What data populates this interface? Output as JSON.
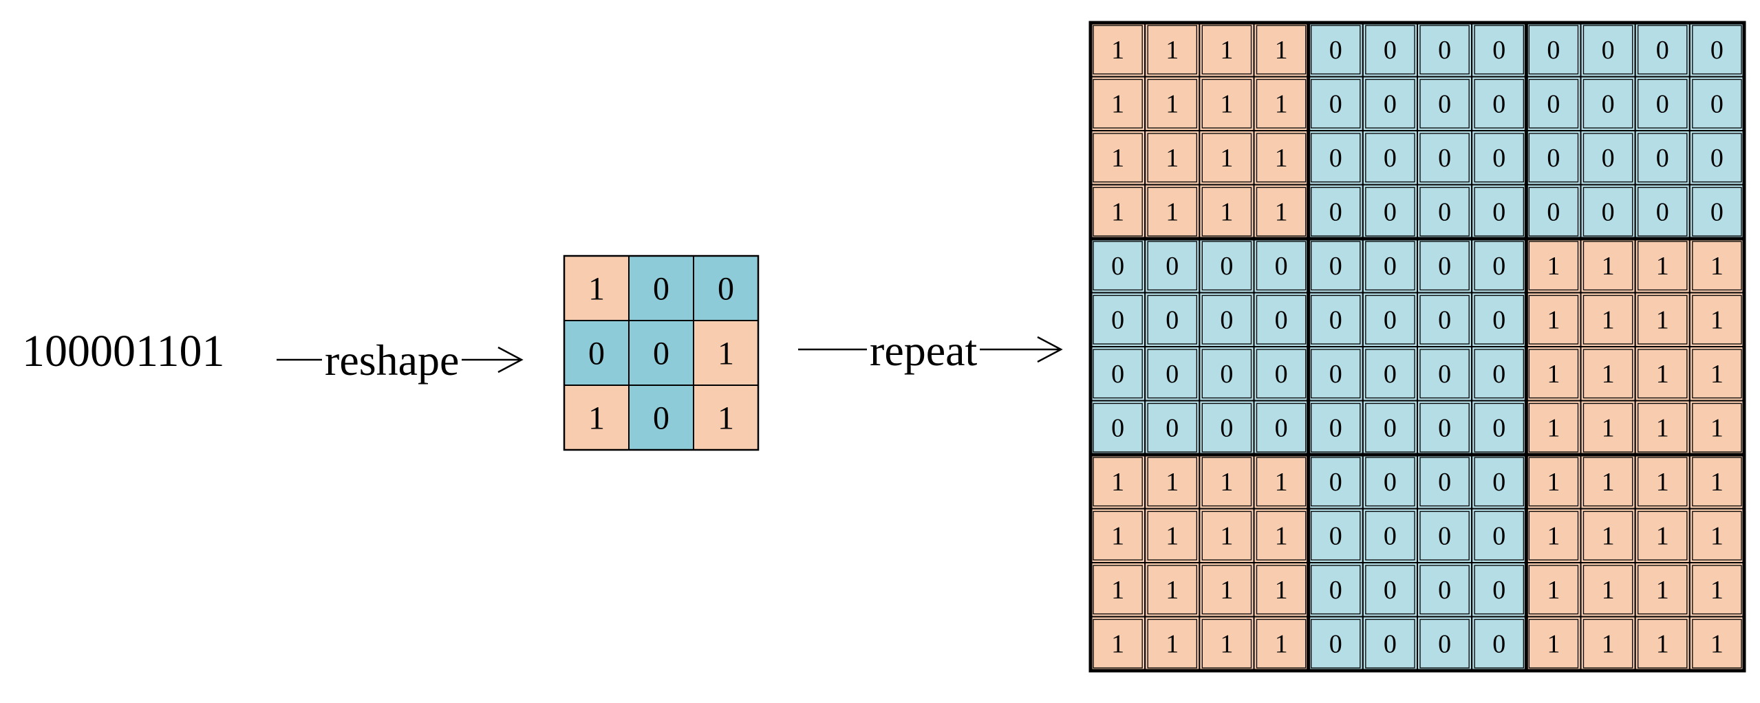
{
  "input_bits": "100001101",
  "labels": {
    "reshape": "reshape",
    "repeat": "repeat"
  },
  "colors": {
    "one": "#f8ccaf",
    "zero": "#8ecbd8",
    "zero_large": "#b4dde6",
    "line": "#000000"
  },
  "small_grid": [
    [
      "1",
      "0",
      "0"
    ],
    [
      "0",
      "0",
      "1"
    ],
    [
      "1",
      "0",
      "1"
    ]
  ],
  "repeat_factor": 4,
  "large_grid": [
    [
      "1",
      "1",
      "1",
      "1",
      "0",
      "0",
      "0",
      "0",
      "0",
      "0",
      "0",
      "0"
    ],
    [
      "1",
      "1",
      "1",
      "1",
      "0",
      "0",
      "0",
      "0",
      "0",
      "0",
      "0",
      "0"
    ],
    [
      "1",
      "1",
      "1",
      "1",
      "0",
      "0",
      "0",
      "0",
      "0",
      "0",
      "0",
      "0"
    ],
    [
      "1",
      "1",
      "1",
      "1",
      "0",
      "0",
      "0",
      "0",
      "0",
      "0",
      "0",
      "0"
    ],
    [
      "0",
      "0",
      "0",
      "0",
      "0",
      "0",
      "0",
      "0",
      "1",
      "1",
      "1",
      "1"
    ],
    [
      "0",
      "0",
      "0",
      "0",
      "0",
      "0",
      "0",
      "0",
      "1",
      "1",
      "1",
      "1"
    ],
    [
      "0",
      "0",
      "0",
      "0",
      "0",
      "0",
      "0",
      "0",
      "1",
      "1",
      "1",
      "1"
    ],
    [
      "0",
      "0",
      "0",
      "0",
      "0",
      "0",
      "0",
      "0",
      "1",
      "1",
      "1",
      "1"
    ],
    [
      "1",
      "1",
      "1",
      "1",
      "0",
      "0",
      "0",
      "0",
      "1",
      "1",
      "1",
      "1"
    ],
    [
      "1",
      "1",
      "1",
      "1",
      "0",
      "0",
      "0",
      "0",
      "1",
      "1",
      "1",
      "1"
    ],
    [
      "1",
      "1",
      "1",
      "1",
      "0",
      "0",
      "0",
      "0",
      "1",
      "1",
      "1",
      "1"
    ],
    [
      "1",
      "1",
      "1",
      "1",
      "0",
      "0",
      "0",
      "0",
      "1",
      "1",
      "1",
      "1"
    ]
  ]
}
